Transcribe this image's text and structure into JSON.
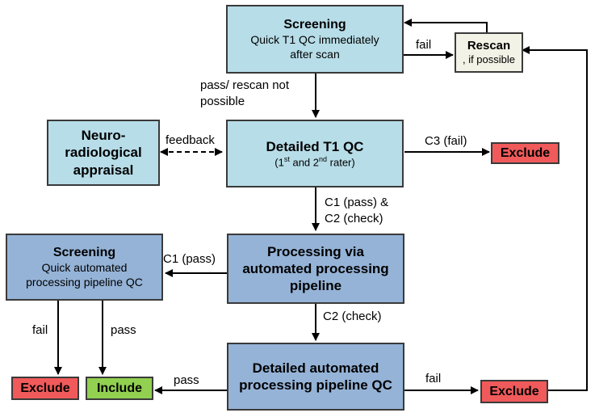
{
  "boxes": {
    "screening_top": {
      "title": "Screening",
      "sub": "Quick T1 QC immediately after scan"
    },
    "rescan": {
      "title": "Rescan",
      "sub": ", if possible"
    },
    "neuro": {
      "title": "Neuro-radiological appraisal"
    },
    "detailed_t1": {
      "title": "Detailed  T1 QC",
      "sub_pre": "(1",
      "sup1": "st",
      "sub_mid": " and 2",
      "sup2": "nd",
      "sub_post": " rater)"
    },
    "exclude_c3": {
      "title": "Exclude"
    },
    "screening_auto": {
      "title": "Screening",
      "sub": "Quick automated processing pipeline QC"
    },
    "processing": {
      "title": "Processing via automated processing pipeline"
    },
    "detailed_auto": {
      "title": "Detailed automated processing pipeline QC"
    },
    "exclude_left": {
      "title": "Exclude"
    },
    "include": {
      "title": "Include"
    },
    "exclude_bottom": {
      "title": "Exclude"
    }
  },
  "labels": {
    "fail_top": "fail",
    "pass_rescan_line1": "pass/ rescan not",
    "pass_rescan_line2": "possible",
    "feedback": "feedback",
    "c3_fail": "C3 (fail)",
    "c1c2_line1": "C1 (pass) &",
    "c1c2_line2": "C2 (check)",
    "c1_pass": "C1 (pass)",
    "c2_check": "C2 (check)",
    "fail_left": "fail",
    "pass_left": "pass",
    "pass_bottom": "pass",
    "fail_bottom": "fail"
  },
  "colors": {
    "light_blue": "#b7dde8",
    "mid_blue": "#95b3d7",
    "cream": "#f2f2e6",
    "red": "#f05a5a",
    "green": "#92d050"
  }
}
